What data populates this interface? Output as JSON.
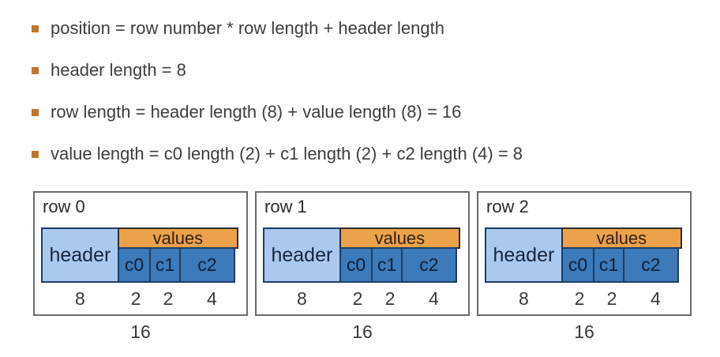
{
  "bullets": [
    "position = row number * row length + header length",
    "header length = 8",
    "row length = header length (8) + value length (8) = 16",
    "value length = c0 length (2) + c1 length (2) + c2 length (4) = 8"
  ],
  "diagram": {
    "boxes": [
      {
        "label": "row 0"
      },
      {
        "label": "row 1"
      },
      {
        "label": "row 2"
      }
    ],
    "header_label": "header",
    "values_label": "values",
    "columns": [
      {
        "label": "c0",
        "size": "2"
      },
      {
        "label": "c1",
        "size": "2"
      },
      {
        "label": "c2",
        "size": "4"
      }
    ],
    "header_size": "8",
    "total_size": "16"
  },
  "colors": {
    "bullet": "#c0762c",
    "text": "#3d3d3d",
    "box_border": "#6b6b6b",
    "header_fill": "#abc9ee",
    "values_fill": "#eca24a",
    "cell_fill": "#3d7aba",
    "cell_border": "#1c3f66"
  }
}
